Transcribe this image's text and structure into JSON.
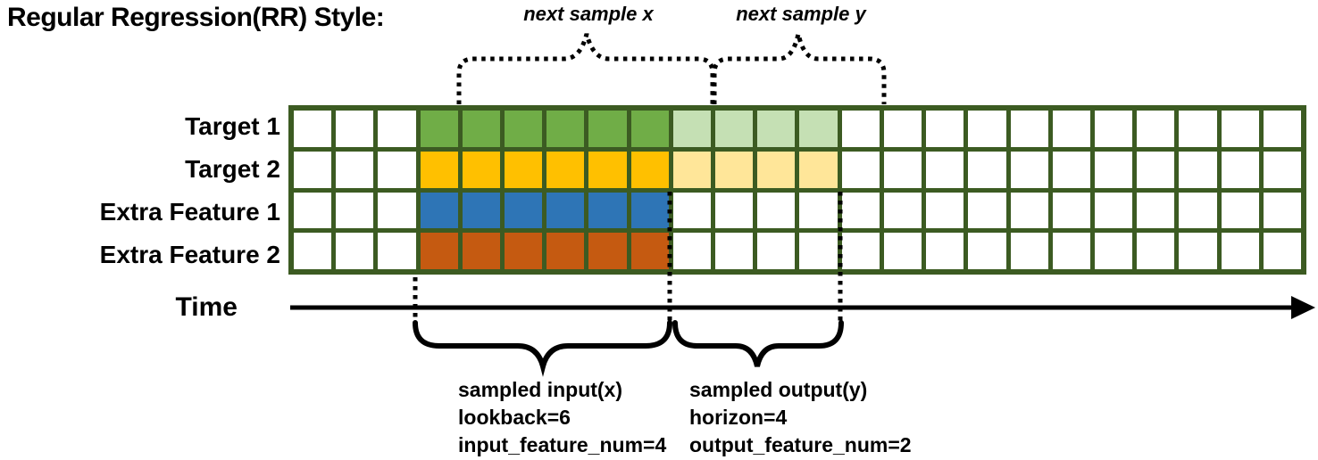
{
  "title": "Regular Regression(RR) Style:",
  "annotations": {
    "next_sample_x": "next sample x",
    "next_sample_y": "next sample y"
  },
  "time_axis": {
    "label": "Time"
  },
  "sampled_input": {
    "title": "sampled input(x)",
    "lookback": "lookback=6",
    "feature_num": "input_feature_num=4"
  },
  "sampled_output": {
    "title": "sampled output(y)",
    "horizon": "horizon=4",
    "feature_num": "output_feature_num=2"
  },
  "grid": {
    "columns": 24,
    "input_start_col": 3,
    "lookback": 6,
    "horizon": 4,
    "line_color": "#3C5B22",
    "cell_color": "#FFFFFF",
    "rows": [
      {
        "label": "Target 1",
        "kind": "target",
        "input_color": "#70AD47",
        "output_color": "#C5E0B4"
      },
      {
        "label": "Target 2",
        "kind": "target",
        "input_color": "#FFC000",
        "output_color": "#FFE699"
      },
      {
        "label": "Extra Feature 1",
        "kind": "extra",
        "input_color": "#2E75B6",
        "output_color": "#FFFFFF"
      },
      {
        "label": "Extra Feature 2",
        "kind": "extra",
        "input_color": "#C55A11",
        "output_color": "#FFFFFF"
      }
    ]
  }
}
